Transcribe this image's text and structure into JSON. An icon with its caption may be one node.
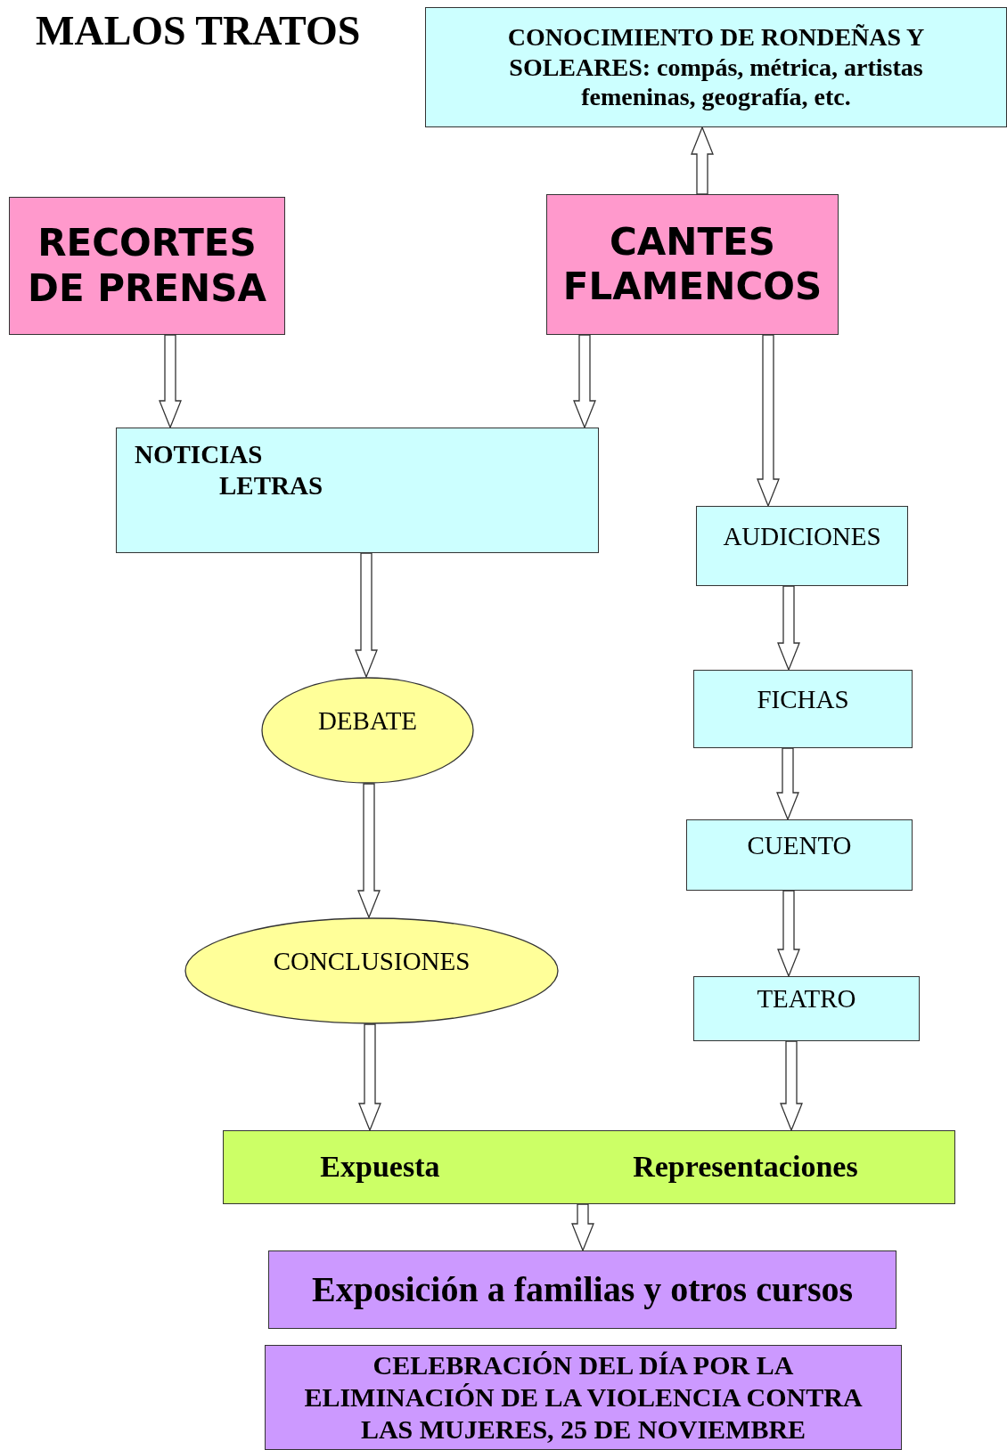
{
  "diagram": {
    "title": "MALOS TRATOS",
    "nodes": [
      {
        "text": [
          "CONOCIMIENTO DE RONDEÑAS Y SOLEARES: compás, métrica, artistas femeninas, geografía, etc."
        ]
      },
      {
        "text": [
          "RECORTES DE PRENSA"
        ]
      },
      {
        "text": [
          "CANTES FLAMENCOS"
        ]
      },
      {
        "text": [
          "NOTICIAS",
          "LETRAS"
        ]
      },
      {
        "text": [
          "AUDICIONES"
        ]
      },
      {
        "text": [
          "DEBATE"
        ]
      },
      {
        "text": [
          "FICHAS"
        ]
      },
      {
        "text": [
          "CUENTO"
        ]
      },
      {
        "text": [
          "CONCLUSIONES"
        ]
      },
      {
        "text": [
          "TEATRO"
        ]
      },
      {
        "text": [
          "Expuesta",
          "Representaciones"
        ]
      },
      {
        "text": [
          "Exposición a familias y otros cursos"
        ]
      },
      {
        "text": [
          "CELEBRACIÓN DEL DÍA POR LA ELIMINACIÓN DE LA VIOLENCIA CONTRA LAS MUJERES, 25 DE NOVIEMBRE"
        ]
      }
    ],
    "edges": [
      {
        "from": 2,
        "to": 0,
        "arrow": "to"
      },
      {
        "from": 1,
        "to": 3,
        "arrow": "to"
      },
      {
        "from": 2,
        "to": 3,
        "arrow": "to"
      },
      {
        "from": 2,
        "to": 4,
        "arrow": "to"
      },
      {
        "from": 3,
        "to": 5,
        "arrow": "to"
      },
      {
        "from": 5,
        "to": 8,
        "arrow": "to"
      },
      {
        "from": 4,
        "to": 6,
        "arrow": "to"
      },
      {
        "from": 6,
        "to": 7,
        "arrow": "to"
      },
      {
        "from": 7,
        "to": 9,
        "arrow": "to"
      },
      {
        "from": 8,
        "to": 10,
        "arrow": "to"
      },
      {
        "from": 9,
        "to": 10,
        "arrow": "to"
      },
      {
        "from": 10,
        "to": 11,
        "arrow": "to"
      }
    ]
  }
}
